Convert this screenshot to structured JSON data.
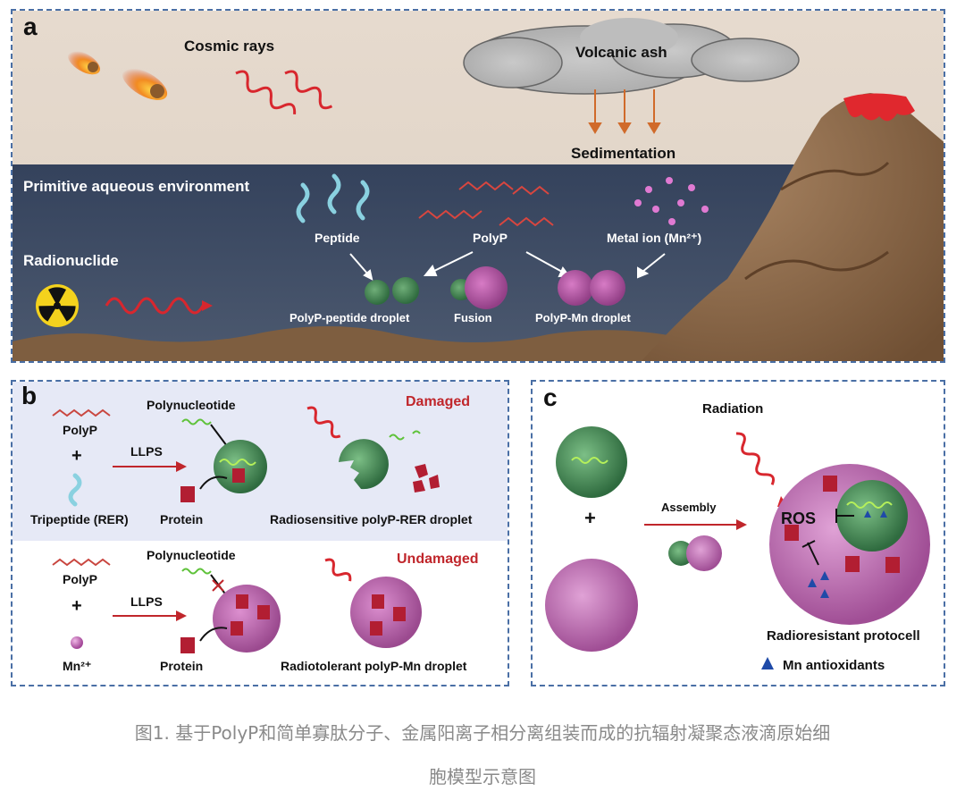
{
  "panel_a": {
    "letter": "a",
    "cosmic_rays": "Cosmic rays",
    "volcanic_ash": "Volcanic ash",
    "sedimentation": "Sedimentation",
    "primitive_env": "Primitive aqueous environment",
    "radionuclide": "Radionuclide",
    "peptide": "Peptide",
    "polyp": "PolyP",
    "metal_ion": "Metal ion (Mn²⁺)",
    "polyp_peptide_droplet": "PolyP-peptide droplet",
    "fusion": "Fusion",
    "polyp_mn_droplet": "PolyP-Mn droplet"
  },
  "panel_b": {
    "letter": "b",
    "top": {
      "polyp": "PolyP",
      "plus": "+",
      "tripeptide": "Tripeptide (RER)",
      "llps": "LLPS",
      "polynucleotide": "Polynucleotide",
      "protein": "Protein",
      "status": "Damaged",
      "result": "Radiosensitive polyP-RER droplet"
    },
    "bottom": {
      "polyp": "PolyP",
      "plus": "+",
      "mn": "Mn²⁺",
      "llps": "LLPS",
      "polynucleotide": "Polynucleotide",
      "protein": "Protein",
      "status": "Undamaged",
      "result": "Radiotolerant polyP-Mn droplet"
    }
  },
  "panel_c": {
    "letter": "c",
    "radiation": "Radiation",
    "plus": "+",
    "assembly": "Assembly",
    "ros": "ROS",
    "protocell": "Radioresistant protocell",
    "mn_antioxidants": "Mn antioxidants"
  },
  "caption": {
    "line1": "图1. 基于PolyP和简单寡肽分子、金属阳离子相分离组装而成的抗辐射凝聚态液滴原始细",
    "line2": "胞模型示意图"
  },
  "colors": {
    "sky": "#e9ddd0",
    "water": "#3a4863",
    "ground": "#8a6a4a",
    "panel_b_top": "#e6e9f6",
    "droplet_green": "#4f8d5c",
    "droplet_purple": "#b85aa8",
    "wave_red": "#d8272e",
    "arrow_orange": "#d06a2a",
    "lava_red": "#e0282e"
  }
}
